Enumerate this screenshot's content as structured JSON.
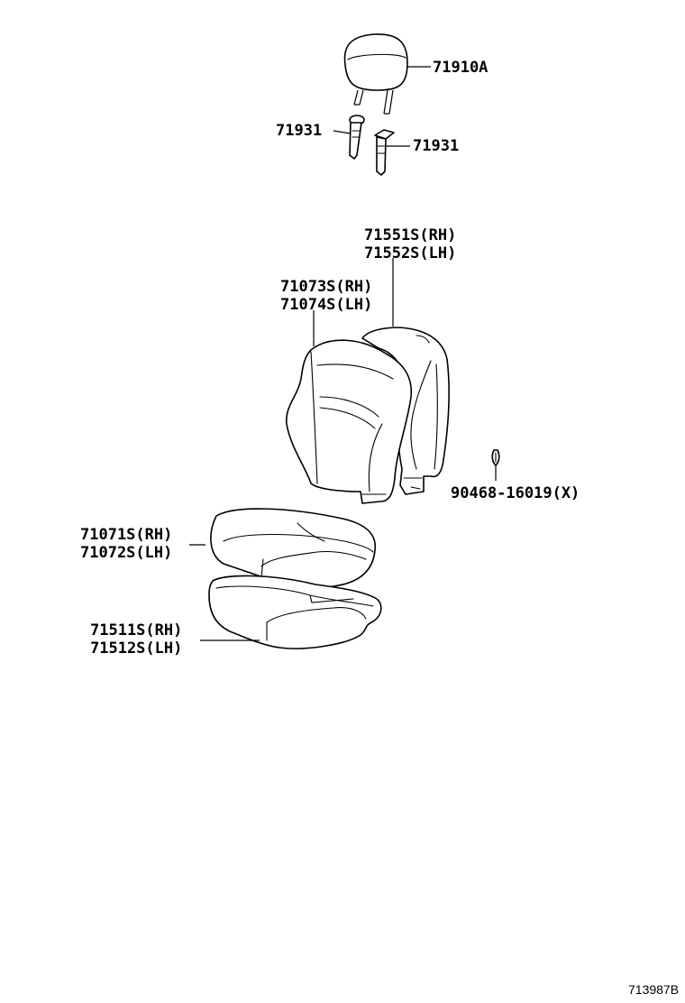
{
  "labels": {
    "headrest": "71910A",
    "guide_left": "71931",
    "guide_right": "71931",
    "back_cover_rh": "71551S(RH)",
    "back_cover_lh": "71552S(LH)",
    "back_pad_rh": "71073S(RH)",
    "back_pad_lh": "71074S(LH)",
    "clip": "90468-16019(X)",
    "cushion_cover_rh": "71071S(RH)",
    "cushion_cover_lh": "71072S(LH)",
    "cushion_pad_rh": "71511S(RH)",
    "cushion_pad_lh": "71512S(LH)"
  },
  "figure_ref": "713987B"
}
